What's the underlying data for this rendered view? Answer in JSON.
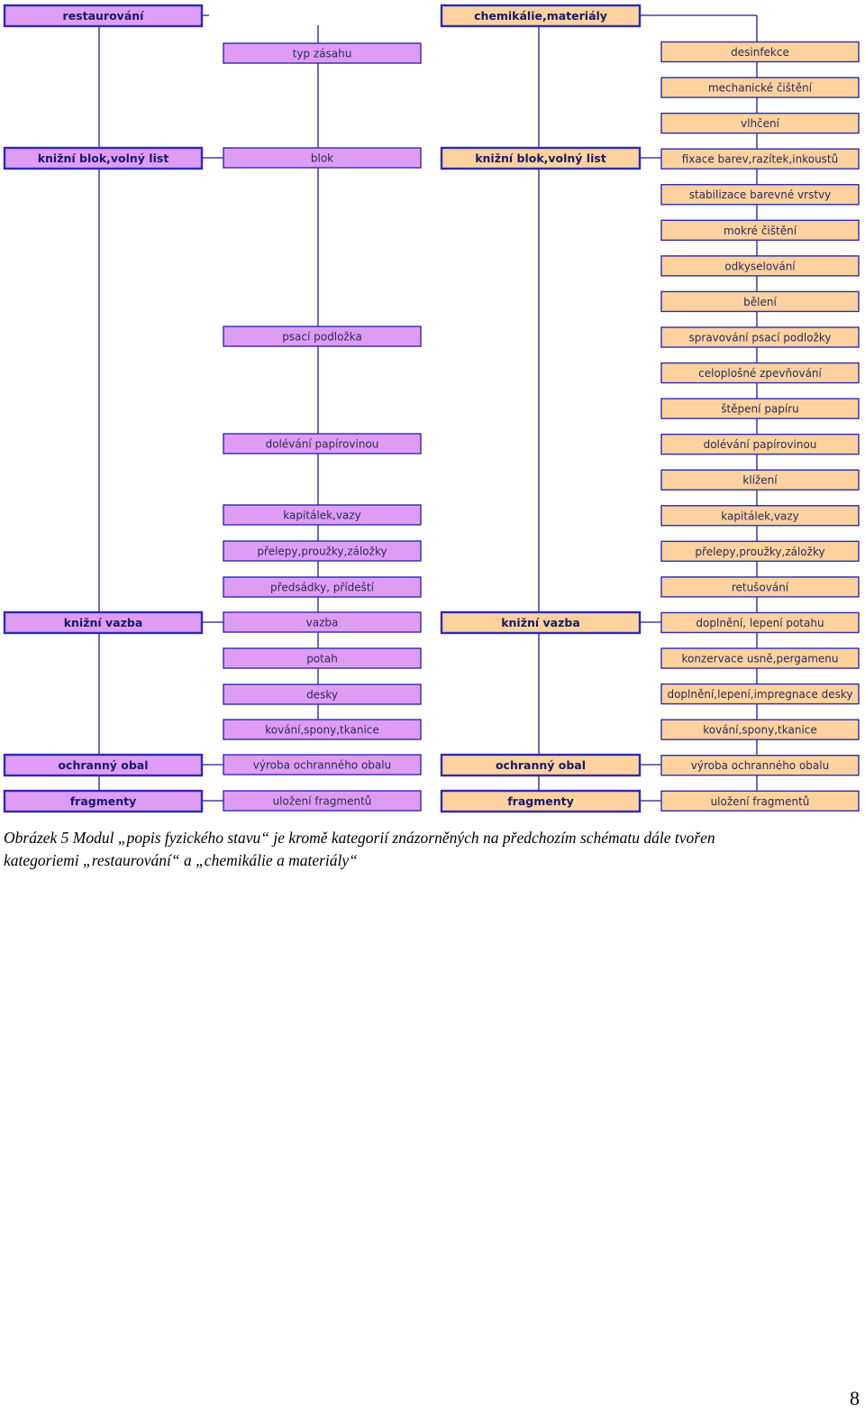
{
  "diagram": {
    "left": {
      "header": "restaurování",
      "column_title": "typ zásahu",
      "categories": [
        "knižní blok,volný list",
        "knižní vazba",
        "ochranný obal",
        "fragmenty"
      ],
      "items": [
        "blok",
        "psací podložka",
        "dolévání papírovinou",
        "kapitálek,vazy",
        "přelepy,proužky,záložky",
        "předsádky, přídeští",
        "vazba",
        "potah",
        "desky",
        "kování,spony,tkanice",
        "výroba ochranného obalu",
        "uložení fragmentů"
      ]
    },
    "right": {
      "header": "chemikálie,materiály",
      "categories": [
        "knižní blok,volný list",
        "knižní vazba",
        "ochranný obal",
        "fragmenty"
      ],
      "items": [
        "desinfekce",
        "mechanické čištění",
        "vlhčení",
        "fixace barev,razítek,inkoustů",
        "stabilizace barevné vrstvy",
        "mokré čištění",
        "odkyselování",
        "bělení",
        "spravování psací podložky",
        "celoplošné zpevňování",
        "štěpení papíru",
        "dolévání papírovinou",
        "klížení",
        "kapitálek,vazy",
        "přelepy,proužky,záložky",
        "retušování",
        "doplnění, lepení potahu",
        "konzervace usně,pergamenu",
        "doplnění,lepení,impregnace desky",
        "kování,spony,tkanice",
        "výroba ochranného obalu",
        "uložení fragmentů"
      ]
    },
    "colors": {
      "purple_fill": "#df9cf5",
      "orange_fill": "#fdd29f",
      "box_border": "#2c2bb0",
      "line": "#1c1c8c"
    }
  },
  "caption": {
    "line1": "Obrázek 5 Modul „popis fyzického stavu“ je kromě kategorií znázorněných na předchozím schématu dále tvořen",
    "line2": "kategoriemi „restaurování“ a „chemikálie a materiály“"
  },
  "page_number": "8"
}
